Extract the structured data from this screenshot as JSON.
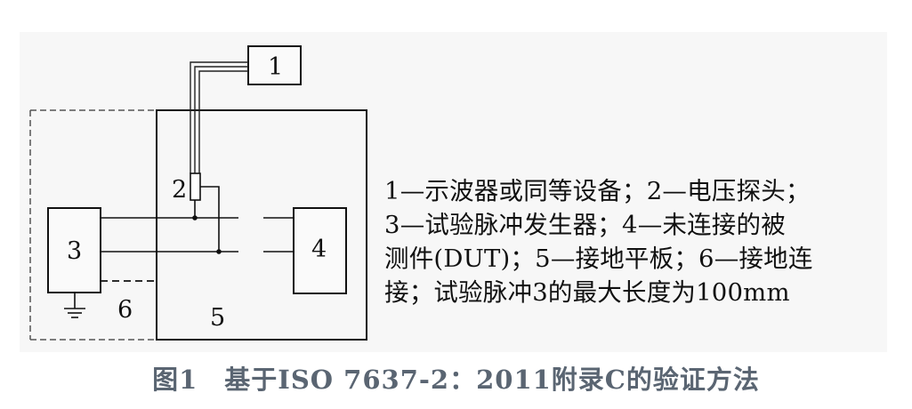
{
  "diagram": {
    "labels": {
      "oscilloscope": "1",
      "probe": "2",
      "generator": "3",
      "dut": "4",
      "ground_plane": "5",
      "ground_connection": "6"
    }
  },
  "legend": {
    "lines": [
      "1—示波器或同等设备；2—电压探头；",
      "3—试验脉冲发生器；4—未连接的被",
      "测件(DUT)；5—接地平板；6—接地连",
      "接；试验脉冲3的最大长度为100mm"
    ]
  },
  "caption": "图1　基于ISO 7637-2：2011附录C的验证方法"
}
